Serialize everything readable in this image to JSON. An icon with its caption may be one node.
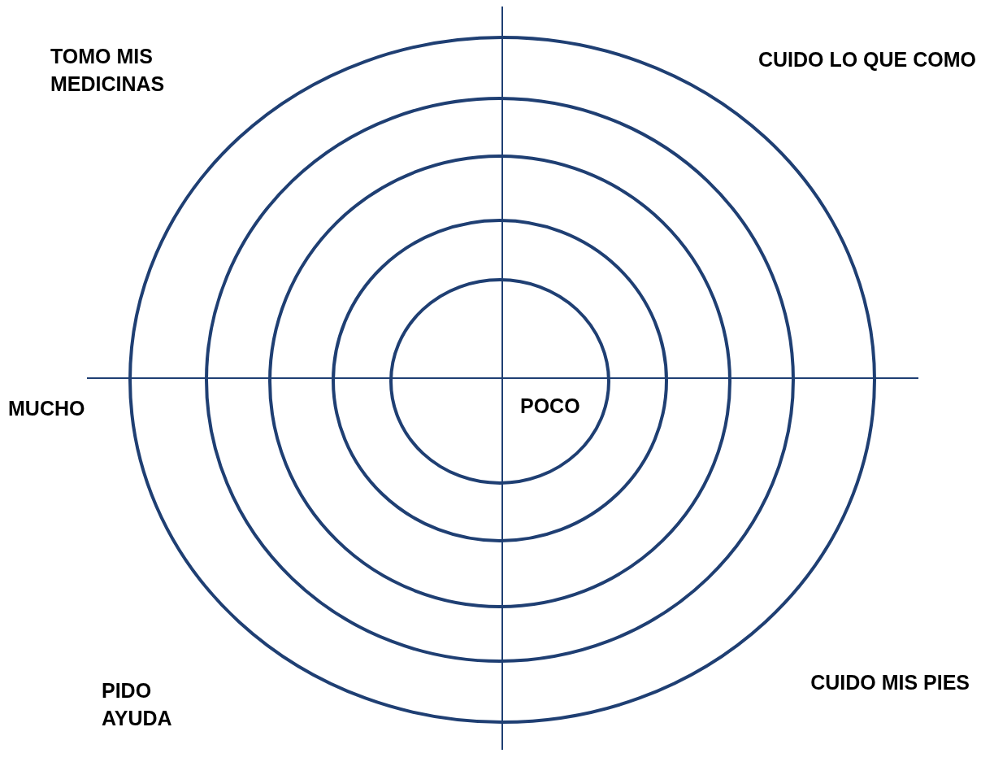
{
  "diagram": {
    "labels": [
      "TOMO MIS MEDICINAS",
      "CUIDO LO QUE COMO",
      "MUCHO",
      "POCO",
      "PIDO AYUDA",
      "CUIDO MIS PIES"
    ]
  }
}
